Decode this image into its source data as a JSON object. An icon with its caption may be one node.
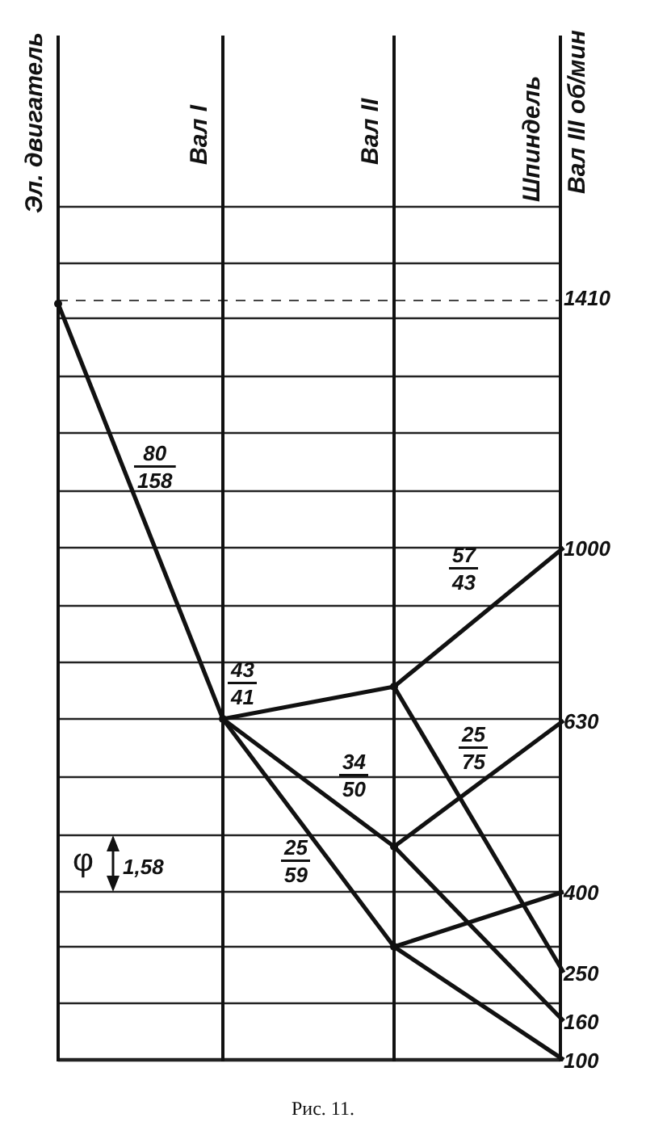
{
  "diagram": {
    "caption": "Рис. 11.",
    "nodes": [
      {
        "text": [],
        "shape": "circle"
      },
      {
        "text": [],
        "shape": "circle"
      },
      {
        "text": [],
        "shape": "circle"
      },
      {
        "text": [],
        "shape": "circle"
      },
      {
        "text": [],
        "shape": "circle"
      },
      {
        "text": [
          "1000"
        ]
      },
      {
        "text": [
          "630"
        ]
      },
      {
        "text": [
          "400"
        ]
      },
      {
        "text": [
          "250"
        ]
      },
      {
        "text": [
          "160"
        ]
      },
      {
        "text": [
          "100"
        ]
      }
    ],
    "edges": [
      {
        "from": 0,
        "to": 1,
        "arrow": "none",
        "label": "80 158"
      },
      {
        "from": 1,
        "to": 2,
        "arrow": "none",
        "label": "43 41"
      },
      {
        "from": 1,
        "to": 3,
        "arrow": "none",
        "label": "34 50"
      },
      {
        "from": 1,
        "to": 4,
        "arrow": "none",
        "label": "25 59"
      },
      {
        "from": 2,
        "to": 5,
        "arrow": "none",
        "label": "57 43"
      },
      {
        "from": 2,
        "to": 8,
        "arrow": "none",
        "label": "25 75"
      },
      {
        "from": 3,
        "to": 6,
        "arrow": "none"
      },
      {
        "from": 3,
        "to": 9,
        "arrow": "none"
      },
      {
        "from": 4,
        "to": 7,
        "arrow": "none"
      },
      {
        "from": 4,
        "to": 10,
        "arrow": "none"
      }
    ],
    "labels": [
      "Эл. двигатель",
      "Вал I",
      "Вал II",
      "Шпиндель",
      "Вал III об/мин",
      "1410",
      "φ",
      "1,58"
    ]
  }
}
